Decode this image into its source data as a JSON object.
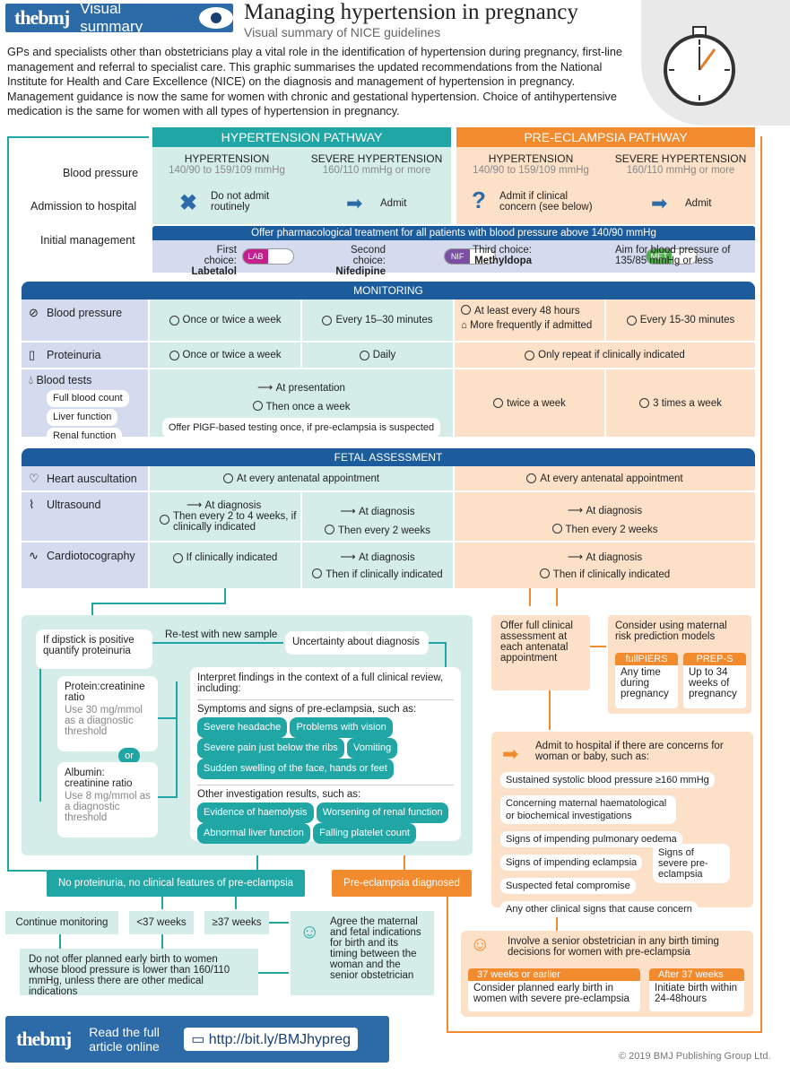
{
  "header": {
    "logo": "thebmj",
    "visual_summary": "Visual summary",
    "title": "Managing hypertension in pregnancy",
    "subtitle": "Visual summary of NICE guidelines",
    "intro": "GPs and specialists other than obstetricians play a vital role in the identification of hypertension during pregnancy, first-line management and referral to specialist care. This graphic summarises the updated recommendations from the National Institute for Health and Care Excellence (NICE) on the diagnosis and management of hypertension in pregnancy. Management guidance is now the same for women with chronic and gestational hypertension. Choice of antihypertensive medication is the same for women with all types of hypertension in pregnancy."
  },
  "pathways": {
    "hypertension": "HYPERTENSION PATHWAY",
    "preeclampsia": "PRE-ECLAMPSIA PATHWAY"
  },
  "columns": [
    {
      "name": "HYPERTENSION",
      "bp": "140/90 to 159/109 mmHg",
      "admission": "Do not admit routinely"
    },
    {
      "name": "SEVERE HYPERTENSION",
      "bp": "160/110 mmHg or more",
      "admission": "Admit"
    },
    {
      "name": "HYPERTENSION",
      "bp": "140/90 to 159/109 mmHg",
      "admission": "Admit if clinical concern (see below)"
    },
    {
      "name": "SEVERE HYPERTENSION",
      "bp": "160/110 mmHg or more",
      "admission": "Admit"
    }
  ],
  "row_labels": {
    "bp": "Blood pressure",
    "admission": "Admission to hospital",
    "initial": "Initial management"
  },
  "initial_management": {
    "banner": "Offer pharmacological treatment for all patients with blood pressure above 140/90 mmHg",
    "first_label": "First choice:",
    "first_drug": "Labetalol",
    "first_tag": "LAB",
    "second_label": "Second choice:",
    "second_drug": "Nifedipine",
    "second_tag": "NIF",
    "third_label": "Third choice:",
    "third_drug": "Methyldopa",
    "third_tag": "MET",
    "aim": "Aim for blood pressure of 135/85 mmHg or less"
  },
  "monitoring": {
    "title": "MONITORING",
    "bp_label": "Blood pressure",
    "bp": [
      "Once or twice a week",
      "Every 15–30 minutes",
      "At least every 48 hours",
      "More frequently if admitted",
      "Every 15-30 minutes"
    ],
    "prot_label": "Proteinuria",
    "prot": [
      "Once or twice a week",
      "Daily",
      "Only repeat if clinically indicated"
    ],
    "blood_label": "Blood tests",
    "blood_tests": [
      "Full blood count",
      "Liver function",
      "Renal function"
    ],
    "blood_hyp": [
      "At presentation",
      "Then once a week",
      "Offer PlGF-based testing once, if pre-eclampsia is suspected"
    ],
    "blood_pre": [
      "twice a week",
      "3 times a week"
    ]
  },
  "fetal": {
    "title": "FETAL ASSESSMENT",
    "heart_label": "Heart auscultation",
    "heart": [
      "At every antenatal appointment",
      "At every antenatal appointment"
    ],
    "us_label": "Ultrasound",
    "us_hyp": [
      "At diagnosis",
      "Then every 2 to 4 weeks, if clinically indicated"
    ],
    "us_sev": [
      "At diagnosis",
      "Then every 2 weeks"
    ],
    "us_pre": [
      "At diagnosis",
      "Then every 2 weeks"
    ],
    "ctg_label": "Cardiotocography",
    "ctg_hyp": "If clinically indicated",
    "ctg_sev": [
      "At diagnosis",
      "Then if clinically indicated"
    ],
    "ctg_pre": [
      "At diagnosis",
      "Then if clinically indicated"
    ]
  },
  "diagnosis": {
    "dipstick": "If dipstick is positive quantify proteinuria",
    "retest": "Re-test with new sample",
    "uncertainty": "Uncertainty about diagnosis",
    "pcr_title": "Protein:creatinine ratio",
    "pcr_note": "Use 30 mg/mmol as a diagnostic threshold",
    "or": "or",
    "acr_title": "Albumin: creatinine ratio",
    "acr_note": "Use 8 mg/mmol as a diagnostic threshold",
    "interpret": "Interpret findings in the context of a full clinical review, including:",
    "symptoms_title": "Symptoms and signs of pre-eclampsia, such as:",
    "symptoms": [
      "Severe headache",
      "Problems with vision",
      "Severe pain just below the ribs",
      "Vomiting",
      "Sudden swelling of the face, hands or feet"
    ],
    "other_title": "Other investigation results, such as:",
    "other": [
      "Evidence of haemolysis",
      "Worsening of renal function",
      "Abnormal liver function",
      "Falling platelet count"
    ],
    "no_pe": "No proteinuria, no clinical features of pre-eclampsia",
    "pe_dx": "Pre-eclampsia diagnosed",
    "continue": "Continue monitoring",
    "lt37": "<37 weeks",
    "ge37": "≥37 weeks",
    "no_early": "Do not offer planned early birth to women whose blood pressure is lower than 160/110 mmHg, unless there are other medical indications",
    "agree": "Agree the maternal and fetal indications for birth and its timing between the woman and the senior obstetrician"
  },
  "pe_care": {
    "offer": "Offer full clinical assessment at each antenatal appointment",
    "consider": "Consider using maternal risk prediction models",
    "fullpiers": "fullPIERS",
    "fullpiers_note": "Any time during pregnancy",
    "preps": "PREP-S",
    "preps_note": "Up to 34 weeks of pregnancy",
    "admit_title": "Admit to hospital if there are concerns for woman or baby, such as:",
    "concerns": [
      "Sustained systolic blood pressure ≥160 mmHg",
      "Concerning maternal haematological or biochemical investigations",
      "Signs of impending pulmonary oedema",
      "Signs of impending eclampsia",
      "Suspected fetal compromise",
      "Any other clinical signs that cause concern"
    ],
    "severe": "Signs of severe pre-eclampsia",
    "involve": "Involve a senior obstetrician in any birth timing decisions for women with pre-eclampsia",
    "w37_title": "37 weeks or earlier",
    "w37_text": "Consider planned early birth in women with severe pre-eclampsia",
    "after37_title": "After 37 weeks",
    "after37_text": "Initiate birth within 24-48hours"
  },
  "footer": {
    "logo": "thebmj",
    "read": "Read the full article online",
    "url": "http://bit.ly/BMJhypreg",
    "copyright": "© 2019 BMJ Publishing Group Ltd."
  },
  "colors": {
    "teal": "#1fa6a5",
    "orange": "#f28a2e",
    "navy": "#1c5c9c",
    "bmj_blue": "#2d6aa8"
  }
}
